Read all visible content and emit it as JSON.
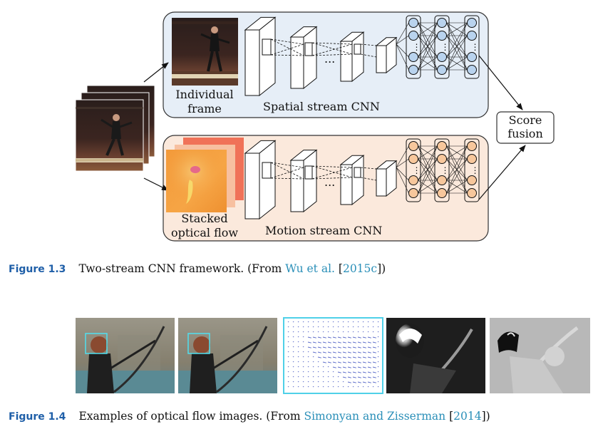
{
  "figure_1_3": {
    "spatial_label": "Spatial stream CNN",
    "motion_label": "Motion stream CNN",
    "frame_label_1": "Individual",
    "frame_label_2": "frame",
    "flow_label_1": "Stacked",
    "flow_label_2": "optical flow",
    "fusion_label_1": "Score",
    "fusion_label_2": "fusion",
    "ellipsis": "...",
    "caption": {
      "number": "Figure 1.3",
      "text": "Two-stream CNN framework.  (From ",
      "cite_author": "Wu et al.",
      "bracket_open": " [",
      "cite_year": "2015c",
      "bracket_close": "])"
    }
  },
  "figure_1_4": {
    "caption": {
      "number": "Figure 1.4",
      "text": "Examples of optical flow images.  (From ",
      "cite_author": "Simonyan and Zisserman",
      "bracket_open": " [",
      "cite_year": "2014",
      "bracket_close": "])"
    }
  },
  "colors": {
    "spatial_bg": "#e6eef7",
    "motion_bg": "#fbe9dc",
    "spatial_node": "#b9d3ee",
    "motion_node": "#f7c79c",
    "fig_number": "#1f5fa8",
    "cite": "#2a8fb8"
  }
}
